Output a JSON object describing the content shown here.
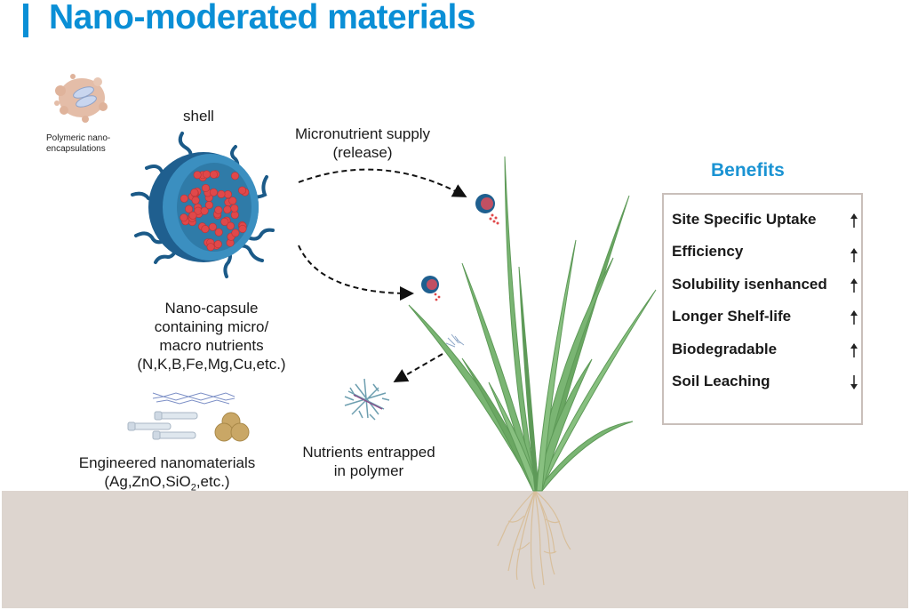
{
  "title": "Nano-moderated materials",
  "labels": {
    "polymeric": [
      "Polymeric nano-",
      "encapsulations"
    ],
    "shell": "shell",
    "micronutrient": [
      "Micronutrient supply",
      "(release)"
    ],
    "nanocapsule": [
      "Nano-capsule",
      "containing micro/",
      "macro nutrients",
      "(N,K,B,Fe,Mg,Cu,etc.)"
    ],
    "engineered": [
      "Engineered nanomaterials",
      "(Ag,ZnO,SiO",
      "2",
      ",etc.)"
    ],
    "entrapped": [
      "Nutrients entrapped",
      "in polymer"
    ]
  },
  "benefits": {
    "title": "Benefits",
    "items": [
      {
        "label": "Site Specific Uptake",
        "direction": "up"
      },
      {
        "label": "Efficiency",
        "direction": "up"
      },
      {
        "label": "Solubility isenhanced",
        "direction": "up"
      },
      {
        "label": "Longer Shelf-life",
        "direction": "up"
      },
      {
        "label": "Biodegradable",
        "direction": "up"
      },
      {
        "label": "Soil Leaching",
        "direction": "down"
      }
    ]
  },
  "colors": {
    "accent": "#0a8fd6",
    "capsule_shell": "#2a6f9e",
    "nutrient": "#e0484a",
    "plant": "#6aaa62",
    "soil": "#ddd5cf",
    "root": "#d8bf9c"
  }
}
